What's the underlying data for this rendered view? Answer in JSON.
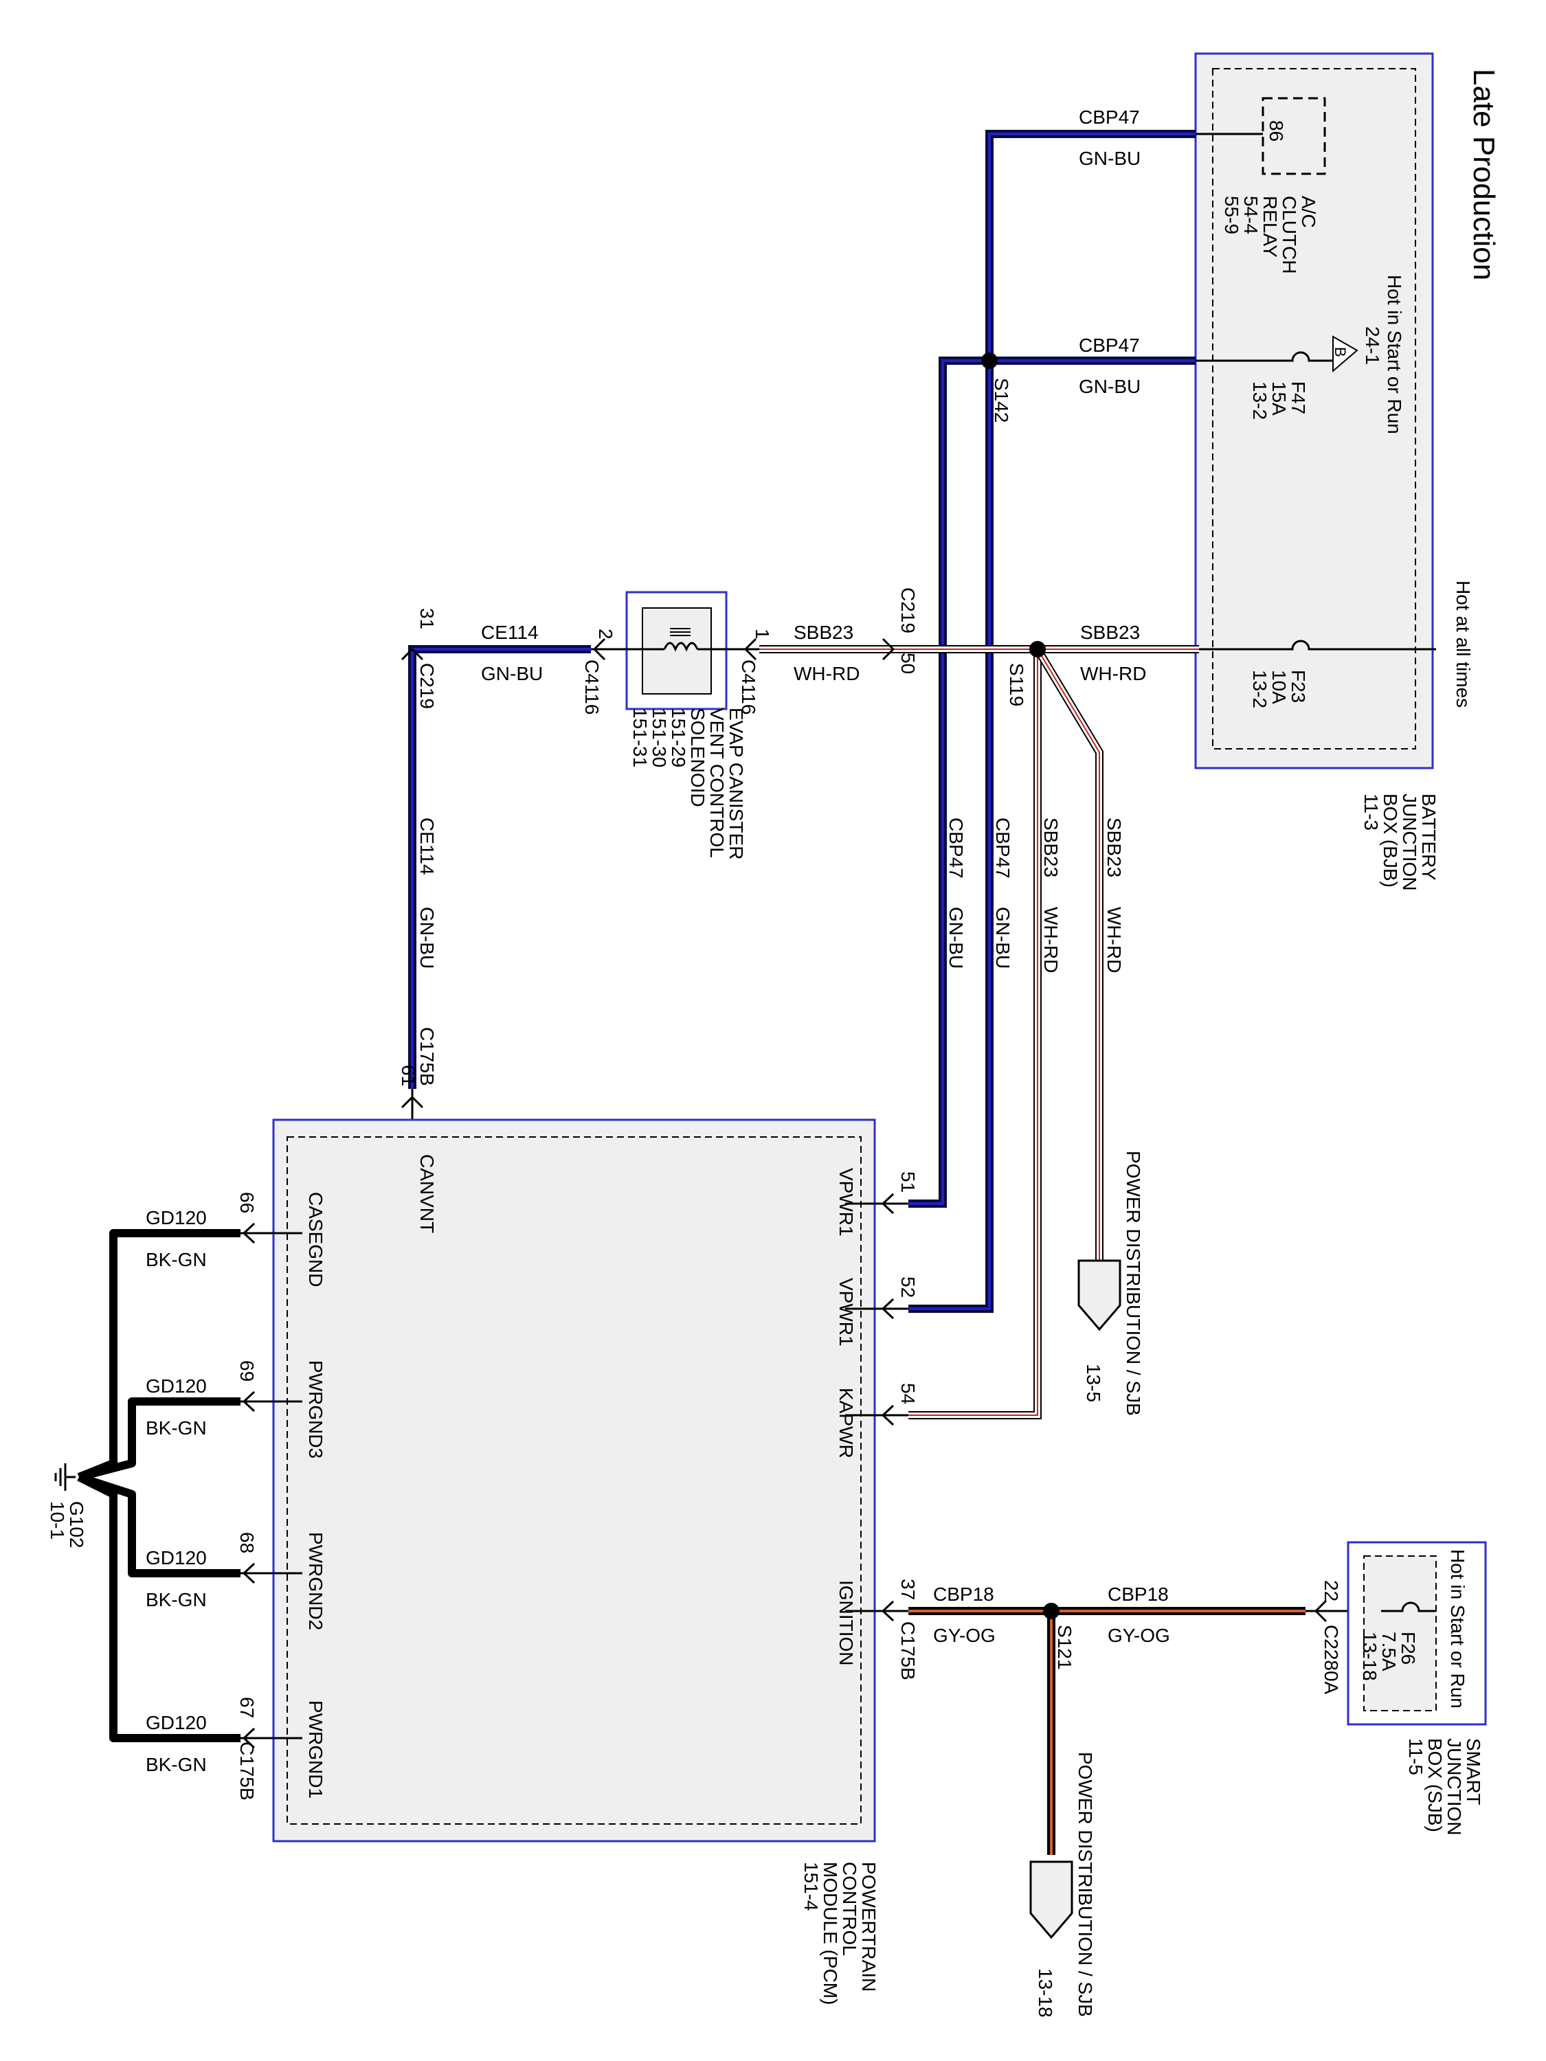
{
  "title": "Late Production",
  "colors": {
    "border_blue": "#2f2fd0",
    "wire_dark_blue": "#0a0a40",
    "wire_blue": "#2020c0",
    "wire_red": "#d02020",
    "wire_orange": "#d06030",
    "wire_black": "#000000",
    "panel_fill": "#efefef"
  },
  "power_labels": {
    "hot_start_run": "Hot in Start or Run",
    "hot_all_times": "Hot at all times",
    "hot_start_run_sjb": "Hot in Start or Run"
  },
  "bjb": {
    "name_lines": [
      "BATTERY",
      "JUNCTION",
      "BOX (BJB)",
      "11-3"
    ],
    "relay_pin": "86",
    "relay_lines": [
      "A/C",
      "CLUTCH",
      "RELAY",
      "54-4",
      "55-9"
    ],
    "fuse_f47_lines": [
      "F47",
      "15A",
      "13-2"
    ],
    "fuse_f23_lines": [
      "F23",
      "10A",
      "13-2"
    ],
    "ref_b_lines": [
      "B",
      "24-1"
    ]
  },
  "sjb": {
    "name_lines": [
      "SMART",
      "JUNCTION",
      "BOX (SJB)",
      "11-5"
    ],
    "fuse_lines": [
      "F26",
      "7.5A",
      "13-18"
    ],
    "connector": "C2280A",
    "pin": "22"
  },
  "solenoid": {
    "name_lines": [
      "EVAP CANISTER",
      "VENT CONTROL",
      "SOLENOID",
      "151-29",
      "151-30",
      "151-31"
    ],
    "pin1": "1",
    "pin2": "2",
    "conn_right": "C4116",
    "conn_left": "C4116"
  },
  "pcm": {
    "name_lines": [
      "POWERTRAIN",
      "CONTROL",
      "MODULE (PCM)",
      "151-4"
    ],
    "pins": {
      "vpwr1a": {
        "label": "VPWR1",
        "num": "51"
      },
      "vpwr1b": {
        "label": "VPWR1",
        "num": "52"
      },
      "kapwr": {
        "label": "KAPWR",
        "num": "54"
      },
      "ignition": {
        "label": "IGNITION",
        "num": "37",
        "conn": "C175B"
      },
      "canvnt": {
        "label": "CANVNT",
        "num": "61",
        "conn": "C175B"
      },
      "casegnd": {
        "label": "CASEGND",
        "num": "66"
      },
      "pwrgnd3": {
        "label": "PWRGND3",
        "num": "69"
      },
      "pwrgnd2": {
        "label": "PWRGND2",
        "num": "68"
      },
      "pwrgnd1": {
        "label": "PWRGND1",
        "num": "67",
        "conn": "C175B"
      }
    }
  },
  "wires": {
    "cbp47": {
      "circuit": "CBP47",
      "color": "GN-BU"
    },
    "sbb23": {
      "circuit": "SBB23",
      "color": "WH-RD"
    },
    "ce114": {
      "circuit": "CE114",
      "color": "GN-BU"
    },
    "cbp18": {
      "circuit": "CBP18",
      "color": "GY-OG"
    },
    "gd120": {
      "circuit": "GD120",
      "color": "BK-GN"
    }
  },
  "splices": {
    "s142": "S142",
    "s119": "S119",
    "s121": "S121"
  },
  "connectors": {
    "c219_top": "C219",
    "c219_top_pin": "50",
    "c219_left": "C219",
    "c219_left_pin": "31",
    "c175b_top": "C175B"
  },
  "power_dist": {
    "upper_label": "POWER DISTRIBUTION / SJB",
    "upper_ref": "13-5",
    "lower_label": "POWER DISTRIBUTION / SJB",
    "lower_ref": "13-18"
  },
  "ground": {
    "name": "G102",
    "ref": "10-1"
  }
}
